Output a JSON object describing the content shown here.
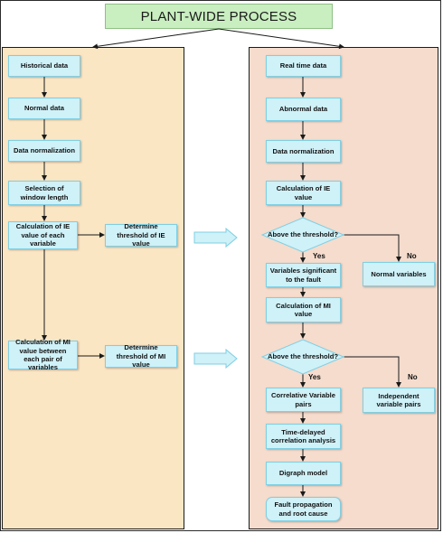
{
  "title": "PLANT-WIDE PROCESS",
  "left_flow": {
    "historical": "Historical data",
    "normal": "Normal data",
    "normalization": "Data normalization",
    "window": "Selection of window length",
    "calc_ie": "Calculation of IE value of each variable",
    "calc_mi": "Calculation of MI value between each pair of variables",
    "threshold_ie": "Determine threshold of IE value",
    "threshold_mi": "Determine threshold of MI value"
  },
  "right_flow": {
    "realtime": "Real time data",
    "abnormal": "Abnormal  data",
    "normalization": "Data normalization",
    "calc_ie": "Calculation of IE value",
    "decision1": "Above the threshold?",
    "yes1": "Yes",
    "no1": "No",
    "significant": "Variables significant to the fault",
    "normal_vars": "Normal variables",
    "calc_mi": "Calculation of MI value",
    "decision2": "Above the threshold?",
    "yes2": "Yes",
    "no2": "No",
    "correlative": "Correlative Variable pairs",
    "independent": "Independent variable pairs",
    "time_delayed": "Time-delayed correlation analysis",
    "digraph": "Digraph model",
    "fault": "Fault propagation and root cause"
  },
  "colors": {
    "title_fill": "#c9eec0",
    "left_panel": "#fbe6c4",
    "right_panel": "#f5dccd",
    "node_fill": "#cff1f8",
    "node_border": "#7fcfe3"
  }
}
